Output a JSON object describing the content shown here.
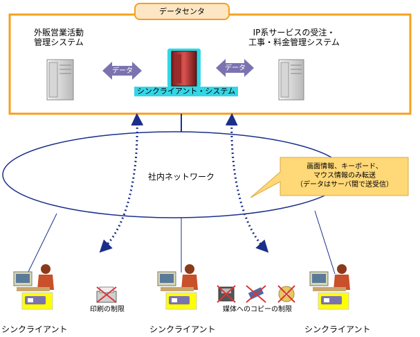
{
  "datacenter": {
    "title": "データセンタ",
    "left_system": {
      "line1": "外販営業活動",
      "line2": "管理システム"
    },
    "right_system": {
      "line1": "IP系サービスの受注・",
      "line2": "工事・料金管理システム"
    },
    "center_system": "シンクライアント・システム",
    "data_arrow_left": "データ",
    "data_arrow_right": "データ"
  },
  "network": {
    "label": "社内ネットワーク"
  },
  "callout": {
    "line1": "画面情報、キーボード、",
    "line2": "マウス情報のみ転送",
    "line3": "（データはサーバ間で送受信）"
  },
  "clients": [
    {
      "label": "シンクライアント"
    },
    {
      "label": "シンクライアント"
    },
    {
      "label": "シンクライアント"
    }
  ],
  "restrictions": {
    "print": "印刷の制限",
    "media": "媒体へのコピーの制限"
  },
  "colors": {
    "datacenter_border": "#f5a020",
    "title_fill": "#fde6c4",
    "arrow_fill": "#7b73b0",
    "server_label_bg": "#33d6e6",
    "network_arrow": "#1a2f8a",
    "callout_fill": "#ffd877",
    "client_highlight": "#ffff00"
  }
}
